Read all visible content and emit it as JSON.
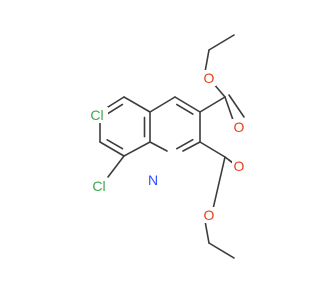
{
  "molecule": {
    "atoms": [
      {
        "label": "Cl",
        "color": "#3aa84a"
      },
      {
        "label": "Cl",
        "color": "#3aa84a"
      },
      {
        "label": "N",
        "color": "#3050f8"
      },
      {
        "label": "O",
        "color": "#e8401c"
      },
      {
        "label": "O",
        "color": "#e8401c"
      },
      {
        "label": "O",
        "color": "#e8401c"
      },
      {
        "label": "O",
        "color": "#e8401c"
      }
    ],
    "bond_color": "#3c3c3c"
  }
}
